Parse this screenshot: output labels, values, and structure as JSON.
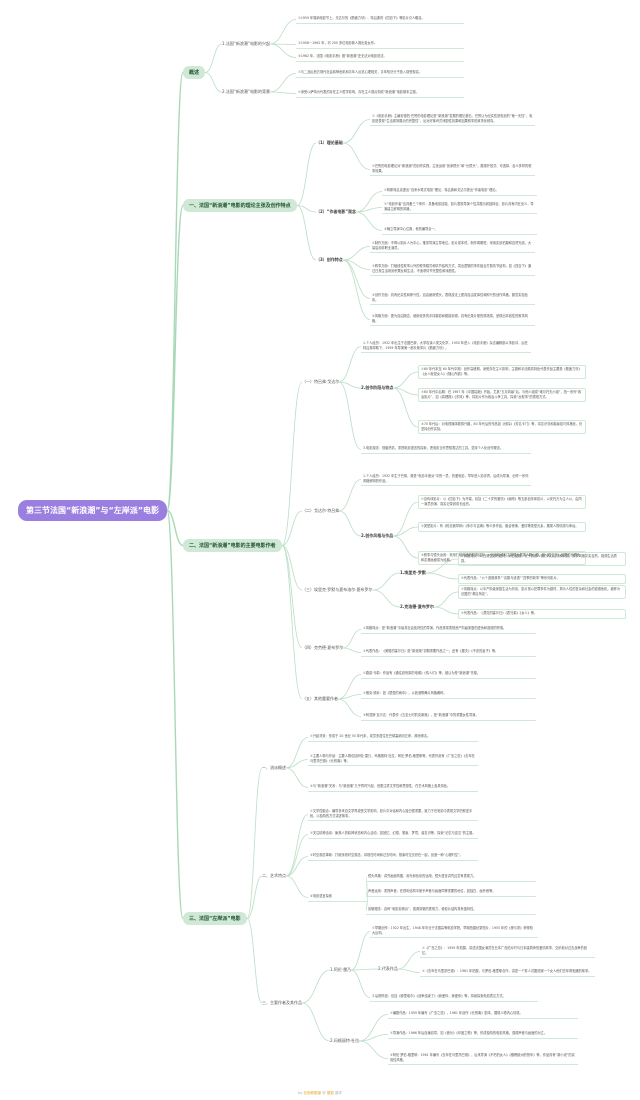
{
  "root": {
    "title": "第三节法国“新浪潮”与“左岸派”电影"
  },
  "overview": {
    "title": "概述",
    "sub1": {
      "label": "1.法国“新浪潮”电影的兴起",
      "items": [
        "①1959 年戛纳电影节上，戈达尔的《筋疲力尽》、特吕弗的《四百下》等影片引人瞩目。",
        "②1958－1962 年，约 200 多位电影新人推出处女作。",
        "③1962 年，法国《电影手册》推“新浪潮”史无法对电影说法。"
      ]
    },
    "sub2": {
      "label": "2.法国“新浪潮”电影的背景",
      "items": [
        "①与二战后西方现代社会精神危机和青年人反抗心理相关，青年知识分子投入感受现实。",
        "②深受以萨特为代表的存在主义哲学影响，存在主义观点构成“新浪潮”电影基本主题。"
      ]
    }
  },
  "sec1": {
    "title": "一、法国“新浪潮”电影的理论主张及创作特点",
    "theory": {
      "label": "（1）理论基础",
      "items": [
        "①《电影手册》主编安德烈·巴赞的电影理论是“新浪潮”发展的理论基石。巴赞认为纪实性是电影的“第一天性”，电影是表现“生活现场展示的完整性”，反对好莱坞式戏剧性效果和因果叙事的故事化倾向。",
        "②巴赞的电影理论对“新浪潮”的创作实践，主张运用“景深镜头”和“长镜头”，展现开放式、可选择、含义多样的叙事效果。"
      ]
    },
    "auteur": {
      "label": "（2）“作者电影”观念",
      "items": [
        "①阿斯特吕克提出“自来水笔式电影”理论，特吕弗和戈达尔提出“作者电影”理论。",
        "②“电影作者”应具备三个条件：具备电影技能、影片表现导演个性并展示其独特征、影片具有内在含义，导演建立鲜明的风格。",
        "③确立导演中心位置，他的编导合一。"
      ]
    },
    "features": {
      "label": "（3）创作特点",
      "items": [
        "①制作方面：不再以制片人为中心，推崇导演主导地位。影片成本低，制作周期短，采用实景拍摄和自然光线，大量启用非职业演员。",
        "②叙事方面：打破线性叙事以外的叙事模式和情节结构方式，突出逻辑的事件组合打散情节结构，如《四百下》通过日常生活场景积累反映生活，不追求情节完整性和戏剧性。",
        "③创作方面：具有纪实性和即兴性，自由使用镜头，表现技法上更具自由发挥性和即兴的创作风格，颇富实验色彩。",
        "④风格方面：更为自由随意，使用较多的手持摄影和跳接剪辑，具有纪录片般的现场感，呈现出非线性的叙事风格。"
      ]
    }
  },
  "sec2": {
    "title": "二、法国“新浪潮”电影的主要电影作者",
    "truffaut": {
      "label": "（一）特吕弗·戈达尔",
      "bio": "1.个人经历：1932 年出生于法国巴黎，大学攻读人类文化学，1950 年进入《电影手册》杂志编辑部从事影评，后在特吕弗帮助下，1959 年导演第一部长故事片《筋疲力尽》。",
      "style_label": "2.创作阶段与特点",
      "styles": [
        "①60 年代末至 60 年代中期：创作高峰期，深受存在主义影响，主题和手法颇具特色代表作品主要是《筋疲力尽》《女人就是女人》《随心所欲》等。",
        "②60 年代中后期：在 1967 年《中国姑娘》开始，尤其“五月风暴”后，与他人组成“维尔托夫小组”，拍一系列“政治影片”，如《真理报》《东风》等，将影片作为政治斗争工具，探索“反叙事”的表现方式。",
        "③70 年代后：对电视媒体颇感兴趣，80 年代后的作品如《侦探》《芳名卡门》等，将意识流和抽象技巧风格化，仍坚持创作实验。"
      ],
      "thought": "3.电影观念：勤勉热情，重视电影语言的探索，把电影当作思想表达的工具，坚持个人化创作理念。"
    },
    "godard": {
      "label": "（二）戈达尔·特吕弗",
      "bio": "1.个人经历：1932 年生于巴黎，曾是“电影手册派”中的一员，热爱电影，早年进入影评界，后成为导演，创作一系列风格鲜明的作品。",
      "style_label": "2.创作风格与作品",
      "styles": [
        "①自传体影片：以《四百下》为开端，包括《二十岁的爱情》《偷吻》等五部自传体影片，以安托万为主人公，由同一演员扮演，真实记录其成长经历。",
        "②类型影片：有《枪击钢琴师》《朱尔与吉姆》等众多作品，融合惊悚、爱情等类型元素，展现人物情感与命运。",
        "③叙事与镜头运用：采用打破传统的叙事结构，以画面构成和主观镜头展现人物心理，如《四百下》结尾的长镜头和定格画面成为经典。"
      ]
    },
    "resnais": {
      "label": "（三）埃里克·罗默与夏布洛尔·夏布罗尔",
      "rohmer": {
        "label": "1.埃里克·罗默",
        "items": [
          "①风格特点：以日常生活为题材，对白细致，长于表现人物的内心活动和情感，叙事风格平实自然，强调生活质感。",
          "②代表作品：“六个道德故事”“喜剧与谚语”“四季的故事”等系列影片。"
        ]
      },
      "chabrol": {
        "label": "2.克洛德·夏布罗尔",
        "items": [
          "①风格特点：以中产阶级家庭生活为背景，影片常以犯罪事件为题材，揭示人性的复杂和社会的道德危机，被称为法国的“希区柯克”。",
          "②代表作品：《漂亮的塞尔日》《表兄弟》《女人》等。"
        ]
      }
    },
    "rivette": {
      "label": "（四）克劳德·夏布罗尔",
      "items": [
        "①风格特点：是“新浪潮”中最具社会批判性的导演，作品常常表现资产阶级家庭的虚伪和道德的堕落。",
        "②代表作品：《美丽的塞尔日》是“新浪潮”初期重要作品之一，还有《屠夫》《不忠的妻子》等。"
      ]
    },
    "others": {
      "label": "（五）其他重要作者",
      "items": [
        "①路易·马勒：作品有《通往绞刑架的电梯》《情人们》等，被认为是“新浪潮”先驱。",
        "②雅克·德米：如《瑟堡的雨伞》，以浪漫歌舞片风格著称。",
        "③阿涅斯·瓦尔达：代表作《五至七时的克莱奥》，是“新浪潮”中的重要女性导演。"
      ]
    }
  },
  "sec3": {
    "title": "三、法国“左岸派”电影",
    "overview": {
      "label": "一、流派概述",
      "items": [
        "①兴起背景：形成于 20 世纪 50 年代末，成员多居住在巴黎塞纳河左岸，故而得名。",
        "②主要人物与作品：主要人物包括阿伦·雷乃、玛格丽特·杜拉、阿伦·罗伯-格里耶等，代表作品有《广岛之恋》《去年在马里昂巴德》《长别离》等。",
        "③与“新浪潮”关系：与“新浪潮”几乎同时兴起，但更注重文学性和思想性，在艺术风格上各具特色。"
      ]
    },
    "art": {
      "label": "二、艺术特点",
      "items": [
        "①文学性融合：编导多来自文学界或受文学影响，影片中对话和内心独白很重要，致力于在电影中表现文学的叙述手段，以独特的方式讲述故事。",
        "②关注精神活动：聚焦人的精神状态和内心活动，如回忆、幻想、想象、梦境、潜意识等，探索“记忆与遗忘”的主题。",
        "③时空观念革新：打破传统时空观念，将现在时间和过去时间、想象时空交织在一起，创造一种“心理时空”。",
        "④电影语言探索"
      ],
      "lang": [
        "镜头风格：讲究画面构图，用光和色彩的运用，镜头语言讲究且富有表现力。",
        "声音运用：重视声音，在视听结构中赋予声音与画面同等重要的地位，如独白、画外音等。",
        "剪辑理念：自称“电影剪辑派”，强调剪辑的表现力，使影片结构具有独特性。"
      ]
    },
    "works": {
      "label": "三、主要作者及其作品",
      "resnais": {
        "label": "1.阿伦·雷乃",
        "intro": "①早期创作：1922 年出生，1948 年毕业于法国高等电影学院，早期拍摄纪录短片，1955 年的《夜与雾》获得较大反响。",
        "works_label": "2.代表作品",
        "works": [
          "①《广岛之恋》：1959 年拍摄，讲述法国女演员在日本广岛拍片时与日本建筑师的爱情故事，交织着对过去战争的回忆。",
          "②《去年在马里昂巴德》：1961 年拍摄，与罗伯-格里耶合作，讲述一个男人试图说服一个女人他们去年曾相遇的故事。"
        ],
        "later": "3.后期作品：包括《穆里埃尔》《战争结束了》《我爱你，我爱你》等，持续探索电影表达方式。"
      },
      "duras": {
        "label": "2.玛格丽特·杜拉",
        "items": [
          "①编剧作品：1959 年编写《广岛之恋》，1961 年创作《长别离》剧本，展现人物内心情感。",
          "②导演作品：1966 年后自编自导，如《音乐》《印度之歌》等，形成独特的电影风格，强调声音与画面的对立。",
          "③阿伦·罗伯-格里耶：1961 年编写《去年在马里昂巴德》，后来导演《不朽的女人》《横跨欧洲的快车》等，作品具有“新小说”的实验性风格。"
        ]
      }
    }
  },
  "footer": {
    "prefix": "by ",
    "brand1": "伦勃郎图谱",
    "mid": " @ ",
    "brand2": "搜狐",
    "suffix": " 逃学"
  }
}
